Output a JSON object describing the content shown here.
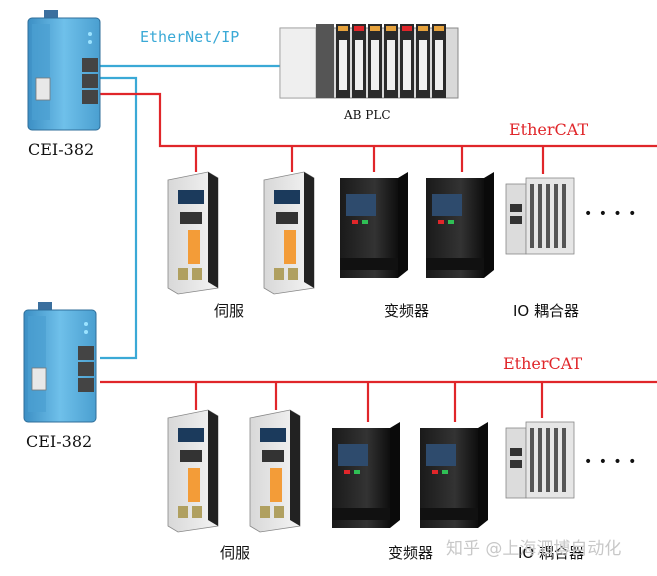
{
  "links": {
    "ethernet_ip": "EtherNet/IP",
    "ethercat_top": "EtherCAT",
    "ethercat_bottom": "EtherCAT"
  },
  "devices": {
    "plc_label": "AB PLC",
    "gateway_top_label": "CEI-382",
    "gateway_bottom_label": "CEI-382",
    "servo_top_label": "伺服",
    "vfd_top_label": "变频器",
    "io_top_label": "IO 耦合器",
    "servo_bottom_label": "伺服",
    "vfd_bottom_label": "变频器",
    "io_bottom_label": "IO 耦合器",
    "ellipsis_top": "• • • •",
    "ellipsis_bottom": "• • • •"
  },
  "watermark": "知乎 @上海泗博自动化",
  "colors": {
    "ethernet_ip_line": "#3aa9d6",
    "ethercat_line": "#e0262a",
    "gateway_body": "#5fb3e0"
  }
}
